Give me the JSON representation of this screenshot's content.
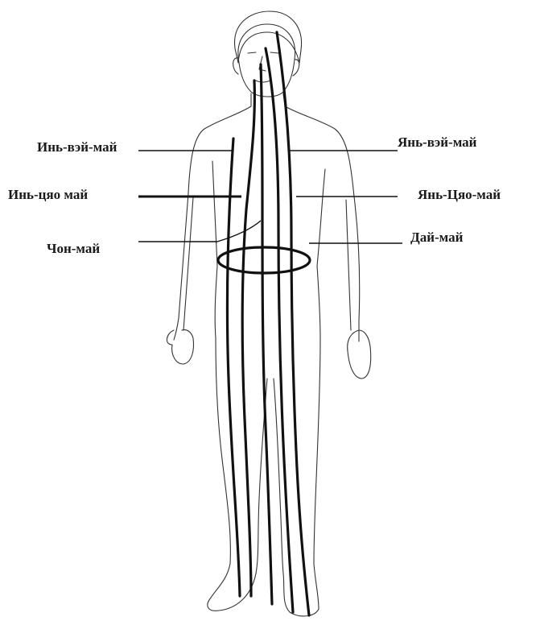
{
  "labels": {
    "yin_wei_mai": "Инь-вэй-май",
    "yang_wei_mai": "Янь-вэй-май",
    "yin_qiao_mai": "Инь-цяо май",
    "yang_qiao_mai": "Янь-Цяо-май",
    "chong_mai": "Чон-май",
    "dai_mai": "Дай-май"
  }
}
